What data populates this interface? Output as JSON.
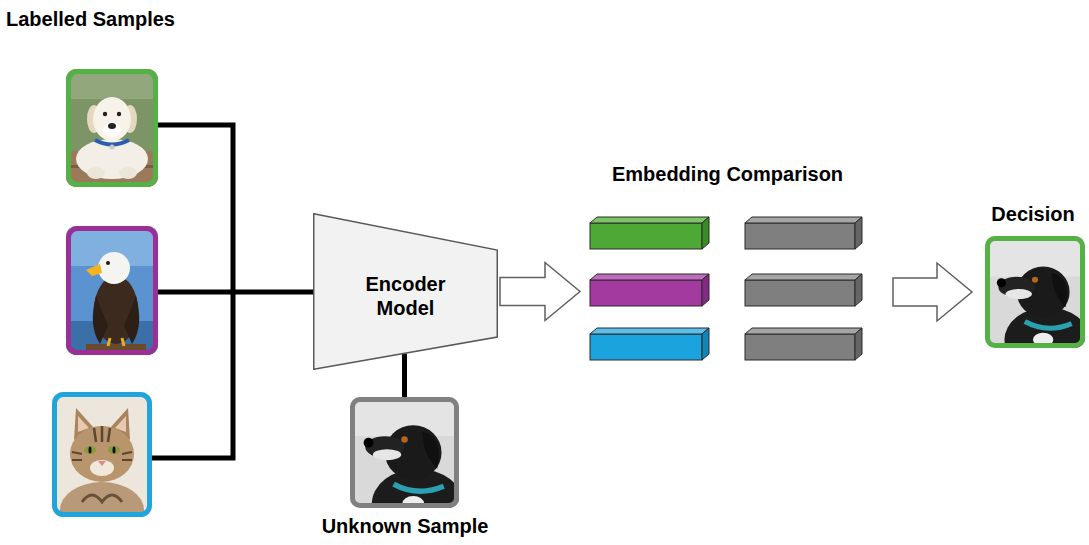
{
  "diagram": {
    "nodes": [
      {
        "text": [
          "Encoder Model"
        ]
      },
      {
        "text": [
          "Unknown Sample"
        ]
      },
      {
        "text": [
          "Embedding Comparison"
        ]
      },
      {
        "text": [
          "Decision"
        ]
      }
    ],
    "edges": [
      {
        "from": 1,
        "to": 0,
        "arrow": "none"
      },
      {
        "from": 0,
        "to": 2,
        "arrow": "to"
      },
      {
        "from": 2,
        "to": 3,
        "arrow": "to"
      }
    ],
    "labels": [
      "Labelled Samples"
    ]
  }
}
